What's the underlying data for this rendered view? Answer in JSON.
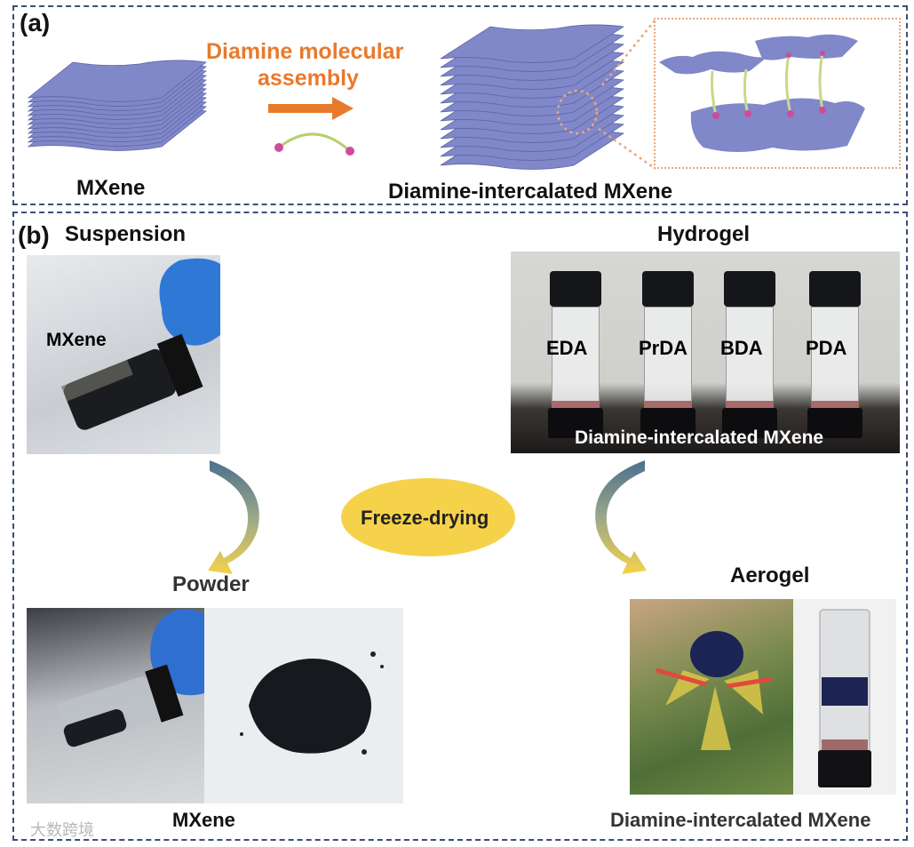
{
  "panel_a": {
    "label": "(a)",
    "mxene_label": "MXene",
    "process_line1": "Diamine molecular",
    "process_line2": "assembly",
    "intercalated_label": "Diamine-intercalated MXene"
  },
  "panel_b": {
    "label": "(b)",
    "suspension_title": "Suspension",
    "suspension_photo_label": "MXene",
    "hydrogel_title": "Hydrogel",
    "hydrogel_vials": [
      "EDA",
      "PrDA",
      "BDA",
      "PDA"
    ],
    "hydrogel_caption": "Diamine-intercalated MXene",
    "center_label": "Freeze-drying",
    "powder_title": "Powder",
    "powder_caption": "MXene",
    "aerogel_title": "Aerogel",
    "aerogel_caption": "Diamine-intercalated MXene",
    "watermark": "大数跨境"
  },
  "colors": {
    "border": "#3b4f74",
    "accent_orange": "#e87a2c",
    "arrow_blue": "#4d6f8c",
    "arrow_yellow": "#f5d24a",
    "mxene_sheet": "#8088c9"
  }
}
